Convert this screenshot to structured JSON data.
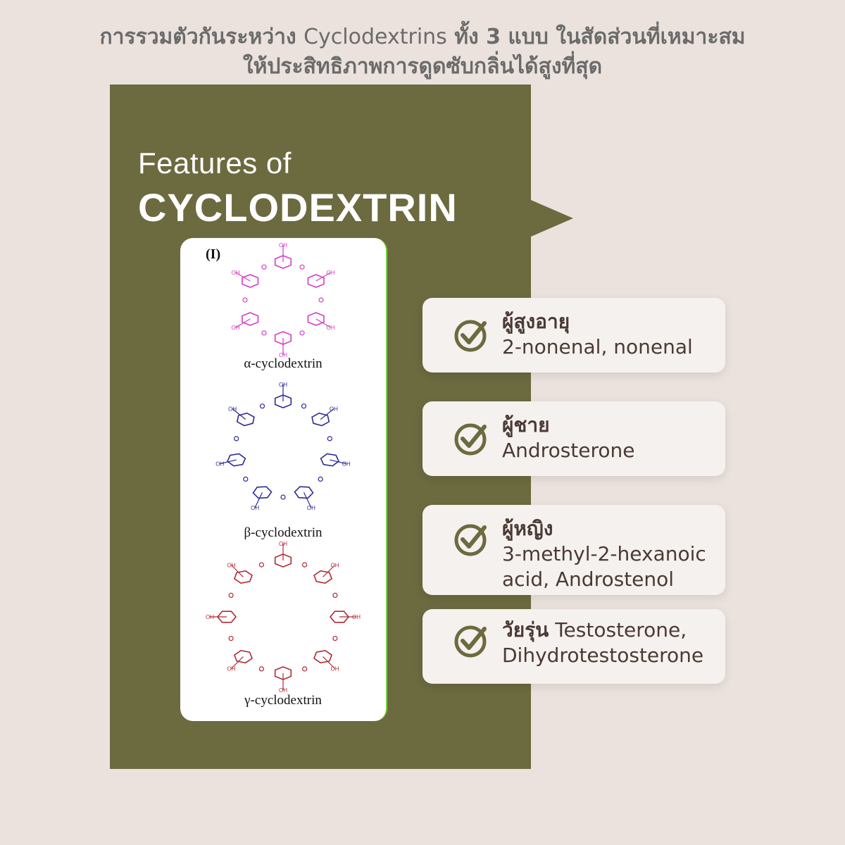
{
  "headline": {
    "line1_part1": "การรวมตัวกันระหว่าง ",
    "line1_part2": "Cyclodextrins",
    "line1_part3": " ทั้ง 3 แบบ ในสัดส่วนที่เหมาะสม",
    "line2": "ให้ประสิทธิภาพการดูดซับกลิ่นได้สูงที่สุด"
  },
  "panel": {
    "title_small": "Features of",
    "title_big": "CYCLODEXTRIN"
  },
  "molecules": {
    "panel_marker": "(I)",
    "alpha": {
      "label": "α-cyclodextrin",
      "color": "#d63bc6"
    },
    "beta": {
      "label": "β-cyclodextrin",
      "color": "#2a2a9a"
    },
    "gamma": {
      "label": "γ-cyclodextrin",
      "color": "#b02a35"
    }
  },
  "items": [
    {
      "title": "ผู้สูงอายุ",
      "detail": "2-nonenal, nonenal",
      "icon": "check-circle-icon"
    },
    {
      "title": "ผู้ชาย",
      "detail": "Androsterone",
      "icon": "check-circle-icon"
    },
    {
      "title": "ผู้หญิง",
      "detail": "3-methyl-2-hexanoic acid, Androstenol",
      "icon": "check-circle-icon"
    },
    {
      "title": "วัยรุ่น",
      "detail": " Testosterone, Dihydrotestosterone",
      "icon": "check-circle-icon"
    }
  ],
  "colors": {
    "panel": "#6c6a3f",
    "background": "#ebe2dd",
    "accent_text": "#4a3a35"
  }
}
